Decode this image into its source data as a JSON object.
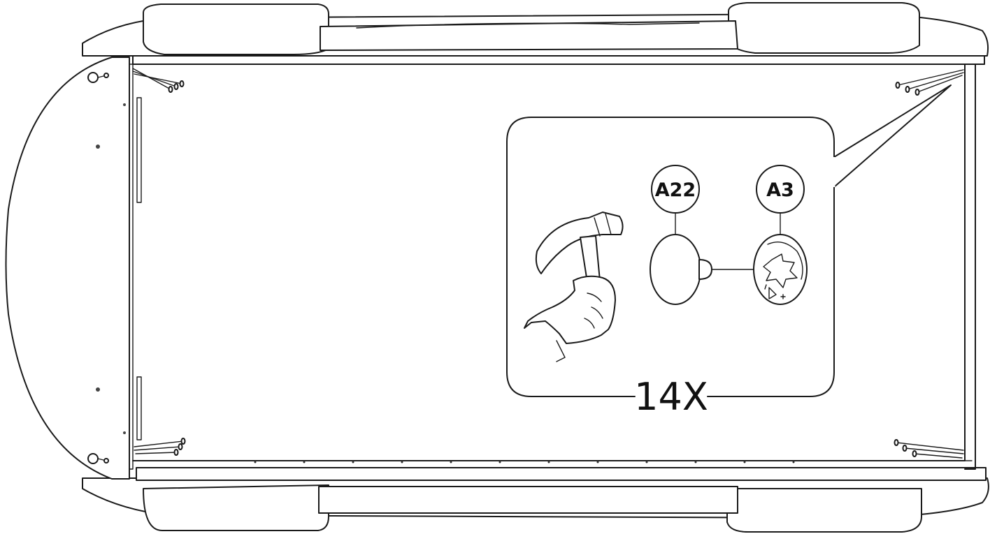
{
  "callout": {
    "part_nail": "A22",
    "part_cover": "A3",
    "quantity": "14X",
    "tool": "hammer"
  },
  "icons": [
    "hammer-in-hand-icon",
    "nail-head-icon",
    "cam-lock-icon"
  ]
}
